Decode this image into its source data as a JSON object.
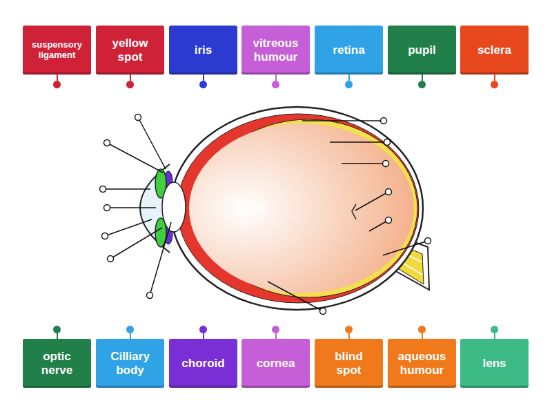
{
  "diagram": {
    "nodes": [
      {
        "text": [
          "suspensory ligament"
        ]
      },
      {
        "text": [
          "yellow spot"
        ]
      },
      {
        "text": [
          "iris"
        ]
      },
      {
        "text": [
          "vitreous humour"
        ]
      },
      {
        "text": [
          "retina"
        ]
      },
      {
        "text": [
          "pupil"
        ]
      },
      {
        "text": [
          "sclera"
        ]
      },
      {
        "text": [
          "optic nerve"
        ]
      },
      {
        "text": [
          "Cilliary body"
        ]
      },
      {
        "text": [
          "choroid"
        ]
      },
      {
        "text": [
          "cornea"
        ]
      },
      {
        "text": [
          "blind spot"
        ]
      },
      {
        "text": [
          "aqueous humour"
        ]
      },
      {
        "text": [
          "lens"
        ]
      }
    ]
  }
}
